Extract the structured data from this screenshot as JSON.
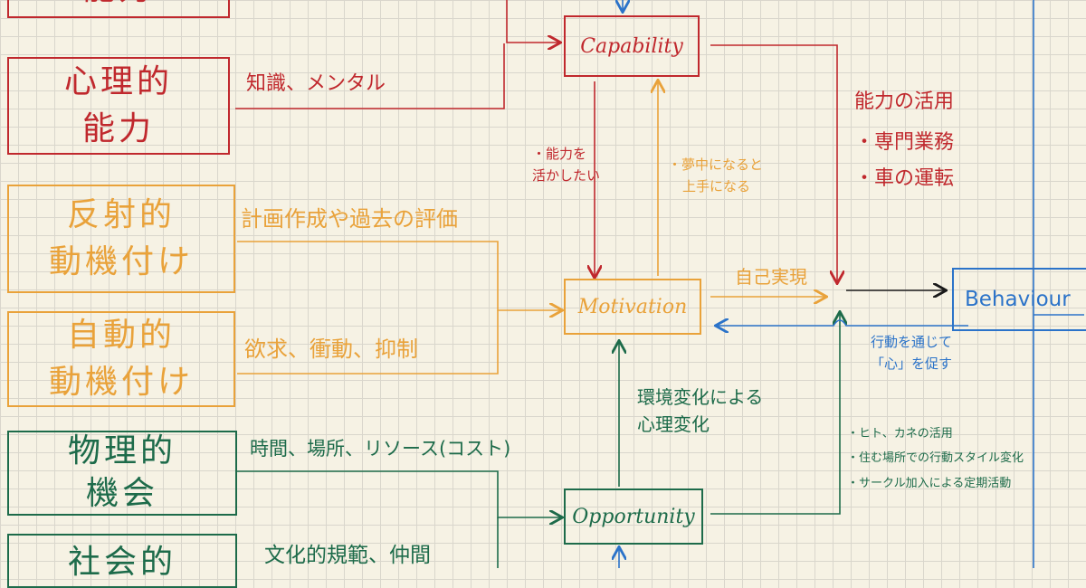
{
  "boxes": {
    "top_partial": "能力",
    "psych_line1": "心理的",
    "psych_line2": "能力",
    "reflective_line1": "反射的",
    "reflective_line2": "動機付け",
    "automatic_line1": "自動的",
    "automatic_line2": "動機付け",
    "physical_line1": "物理的",
    "physical_line2": "機会",
    "social_partial": "社会的"
  },
  "labels": {
    "psych": "知識、メンタル",
    "reflective": "計画作成や過去の評価",
    "automatic": "欲求、衝動、抑制",
    "physical": "時間、場所、リソース(コスト)",
    "social": "文化的規範、仲間"
  },
  "nodes": {
    "capability": "Capability",
    "motivation": "Motivation",
    "opportunity": "Opportunity",
    "behaviour": "Behaviour"
  },
  "annotations": {
    "cap_to_mot_1": "・能力を",
    "cap_to_mot_2": "活かしたい",
    "mot_to_cap_1": "・夢中になると",
    "mot_to_cap_2": "上手になる",
    "self_actualization": "自己実現",
    "ability_title": "能力の活用",
    "ability_items": [
      "専門業務",
      "車の運転"
    ],
    "env_change_1": "環境変化による",
    "env_change_2": "心理変化",
    "behaviour_feedback_1": "行動を通じて",
    "behaviour_feedback_2": "「心」を促す",
    "opportunity_items": [
      "ヒト、カネの活用",
      "住む場所での行動スタイル変化",
      "サークル加入による定期活動"
    ]
  },
  "colors": {
    "capability": "#c0282d",
    "motivation": "#e9a23a",
    "opportunity": "#1d6b4a",
    "behaviour": "#2b73c9",
    "ink": "#1a1a1a"
  }
}
